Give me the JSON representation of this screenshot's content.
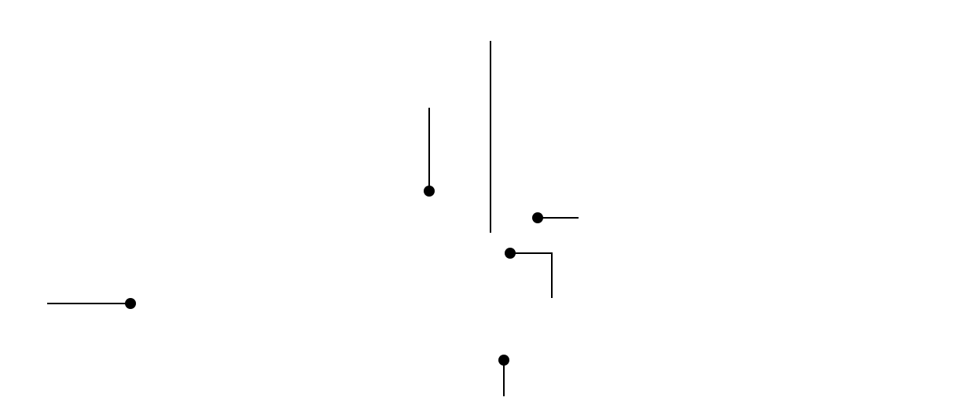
{
  "diagram": {
    "background": "#ffffff",
    "stroke_color": "#000000",
    "marker_color": "#000000",
    "elements": [
      {
        "name": "vertical-line-long",
        "kind": "line",
        "has_dot": false
      },
      {
        "name": "vertical-line-with-bottom-dot",
        "kind": "line",
        "has_dot": true,
        "dot_end": "bottom"
      },
      {
        "name": "horizontal-line-with-left-dot",
        "kind": "line",
        "has_dot": true,
        "dot_end": "left"
      },
      {
        "name": "elbow-connector-with-dot",
        "kind": "elbow",
        "has_dot": true,
        "dot_end": "left"
      },
      {
        "name": "horizontal-line-with-right-dot",
        "kind": "line",
        "has_dot": true,
        "dot_end": "right"
      },
      {
        "name": "vertical-line-with-top-dot",
        "kind": "line",
        "has_dot": true,
        "dot_end": "top"
      }
    ]
  }
}
